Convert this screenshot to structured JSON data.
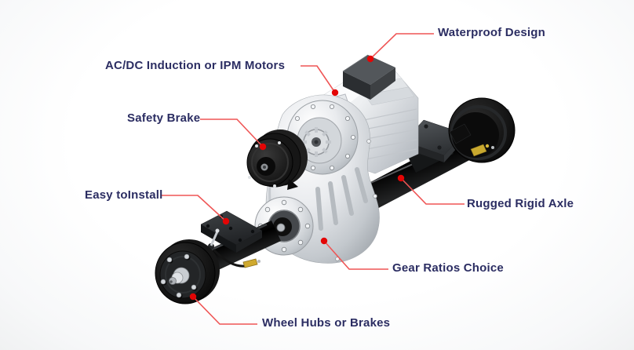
{
  "colors": {
    "label_text": "#2b2d62",
    "callout_line": "#ef5555",
    "callout_dot": "#e30505",
    "background": "#ffffff",
    "accent_yellow": "#cfa92e"
  },
  "callouts": [
    {
      "id": "motors",
      "label": "AC/DC Induction or IPM Motors"
    },
    {
      "id": "waterproof",
      "label": "Waterproof Design"
    },
    {
      "id": "safety-brake",
      "label": "Safety Brake"
    },
    {
      "id": "easy-install",
      "label": "Easy toInstall"
    },
    {
      "id": "rugged-axle",
      "label": "Rugged Rigid Axle"
    },
    {
      "id": "gear-ratios",
      "label": "Gear Ratios Choice"
    },
    {
      "id": "wheel-hubs",
      "label": "Wheel Hubs or Brakes"
    }
  ]
}
